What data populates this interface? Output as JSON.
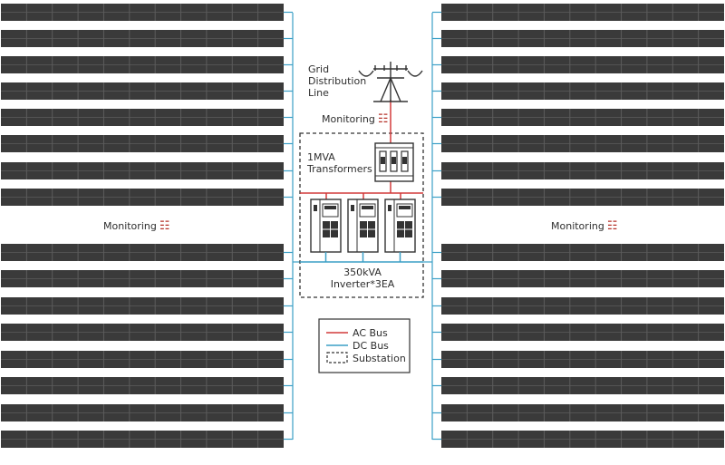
{
  "diagram": {
    "grid_label": [
      "Grid",
      "Distribution",
      "Line"
    ],
    "monitoring_label": "Monitoring",
    "transformers_label": [
      "1MVA",
      "Transformers"
    ],
    "inverter_label": [
      "350kVA",
      "Inverter*3EA"
    ],
    "legend": {
      "ac_bus": "AC Bus",
      "dc_bus": "DC Bus",
      "substation": "Substation"
    },
    "signal_icon": "wifi-signal-icon",
    "colors": {
      "panel": "#3a3a3a",
      "panel_cell_line": "#5c5c5c",
      "ac_bus": "#d23a3a",
      "dc_bus": "#3b9fc6",
      "signal": "#b5322a",
      "text": "#2e2e2e"
    }
  }
}
